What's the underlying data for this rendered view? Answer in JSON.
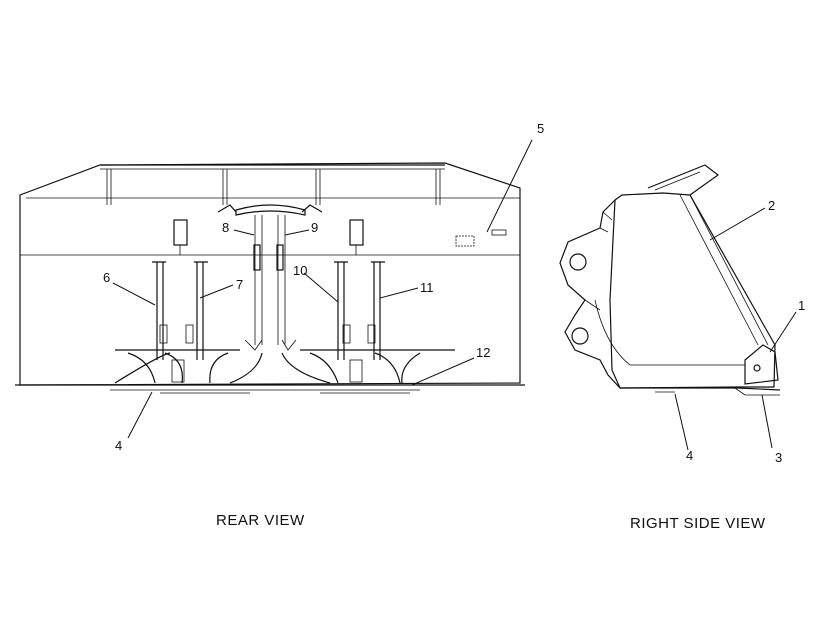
{
  "views": {
    "rear": {
      "caption": "REAR VIEW"
    },
    "side": {
      "caption": "RIGHT SIDE VIEW"
    }
  },
  "callouts": {
    "c1": "1",
    "c2": "2",
    "c3": "3",
    "c4_rear": "4",
    "c4_side": "4",
    "c5": "5",
    "c6": "6",
    "c7": "7",
    "c8": "8",
    "c9": "9",
    "c10": "10",
    "c11": "11",
    "c12": "12"
  }
}
